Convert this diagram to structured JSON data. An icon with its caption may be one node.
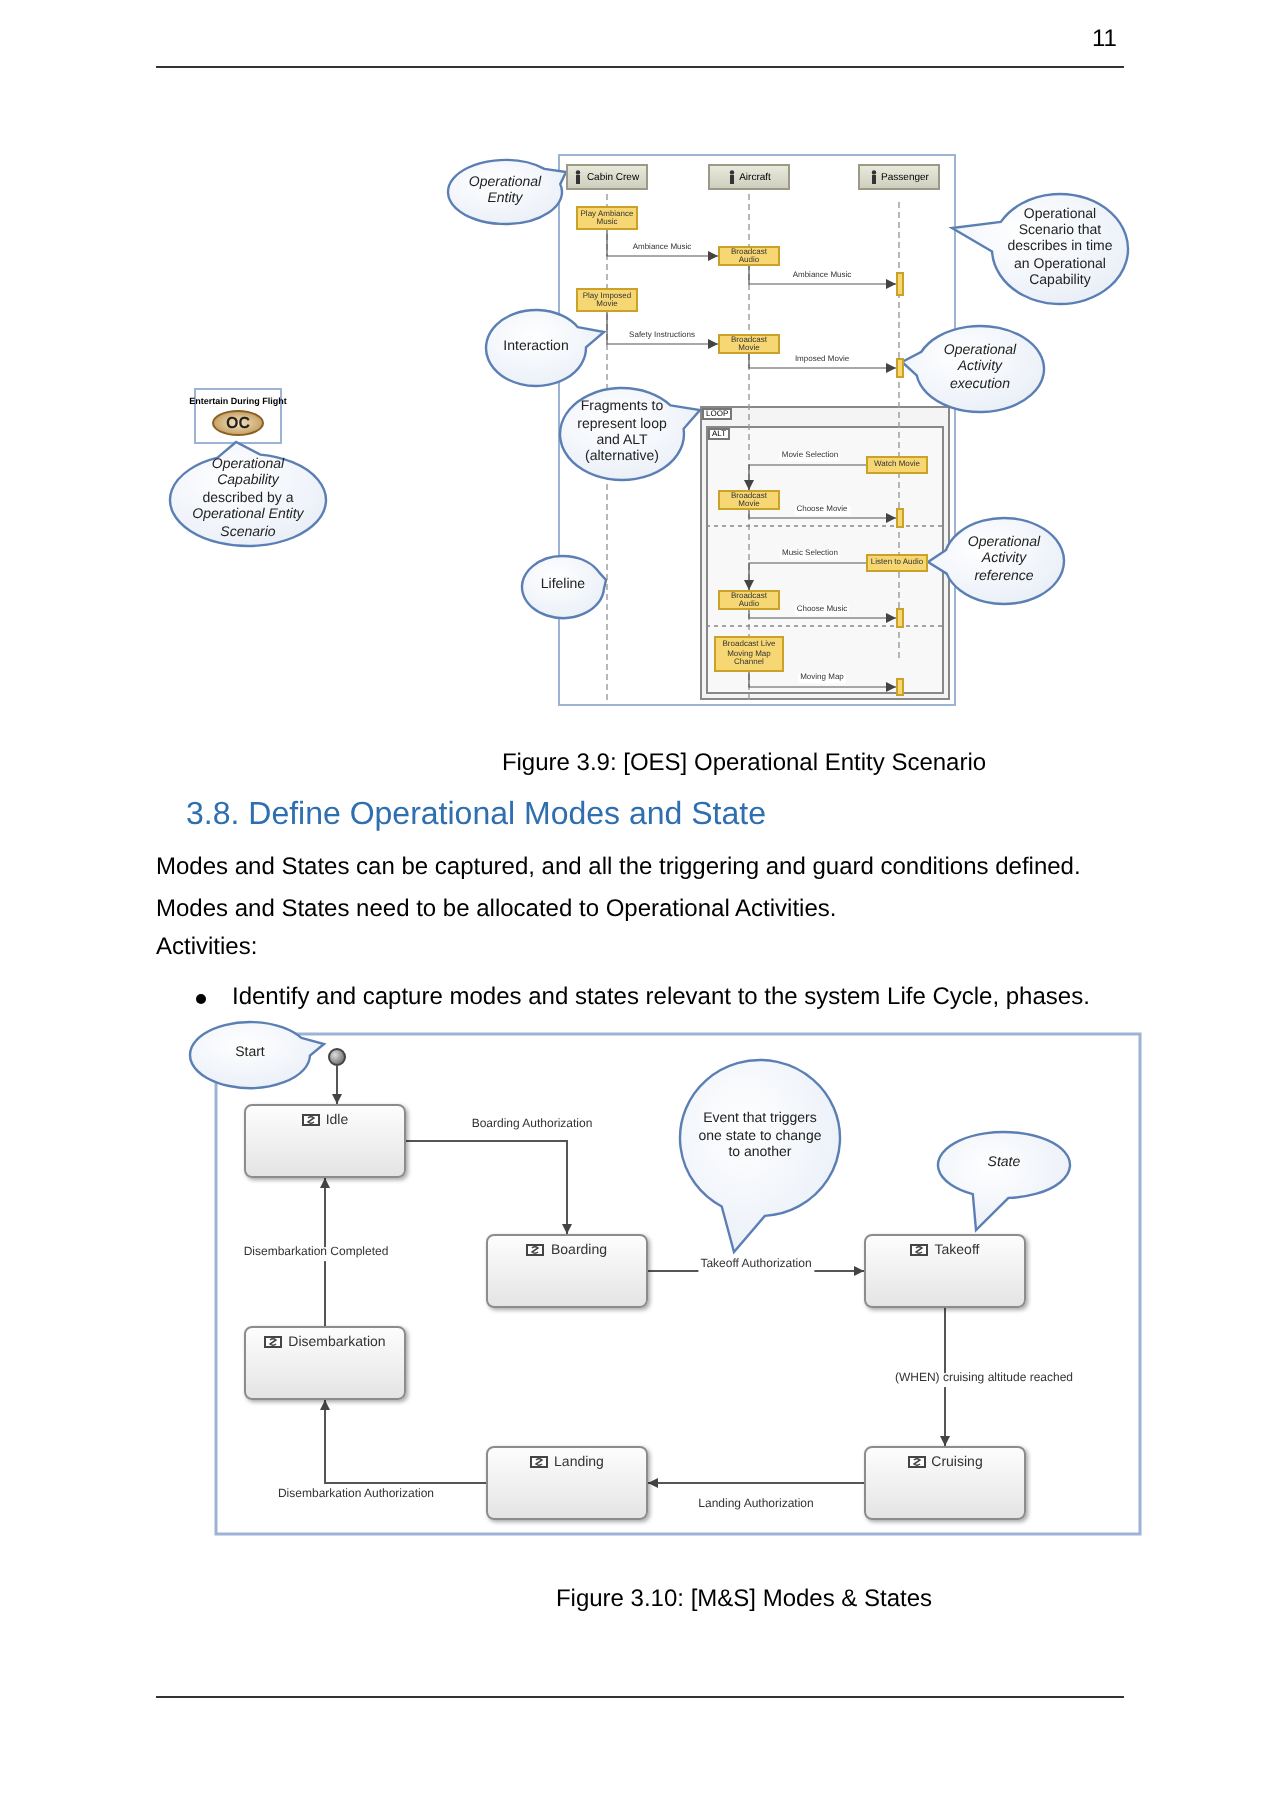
{
  "diagram": {
    "title": "3.8. Define Operational Modes and State",
    "nodes": [
      {
        "text": [
          "Operational Entity"
        ]
      },
      {
        "text": [
          "Operational Scenario that describes in time an Operational Capability"
        ]
      },
      {
        "text": [
          "Interaction"
        ]
      },
      {
        "text": [
          "Operational Activity execution"
        ]
      },
      {
        "text": [
          "Fragments to represent loop and ALT (alternative)"
        ]
      },
      {
        "text": [
          "Entertain During Flight",
          "OC"
        ]
      },
      {
        "text": [
          "*Operational Capability* described by a *Operational Entity Scenario*"
        ]
      },
      {
        "text": [
          "Operational Activity reference"
        ]
      },
      {
        "text": [
          "Lifeline"
        ]
      },
      {
        "text": [
          "Cabin Crew"
        ]
      },
      {
        "text": [
          "Aircraft"
        ]
      },
      {
        "text": [
          "Passenger"
        ]
      },
      {
        "text": [
          "Play Ambiance Music"
        ]
      },
      {
        "text": [
          "Broadcast Audio"
        ]
      },
      {
        "text": [
          "Play Imposed Movie"
        ]
      },
      {
        "text": [
          "Broadcast Movie"
        ]
      },
      {
        "text": [
          "Watch Movie"
        ]
      },
      {
        "text": [
          "Broadcast Movie"
        ]
      },
      {
        "text": [
          "Listen to Audio"
        ]
      },
      {
        "text": [
          "Broadcast Audio"
        ]
      },
      {
        "text": [
          "Broadcast Live Moving Map Channel"
        ]
      },
      {
        "text": [
          "Start"
        ]
      },
      {
        "text": [],
        "shape": "circle"
      },
      {
        "text": [
          "Idle"
        ]
      },
      {
        "text": [
          "Boarding"
        ]
      },
      {
        "text": [
          "Event that triggers one state to change to another"
        ]
      },
      {
        "text": [
          "State"
        ]
      },
      {
        "text": [
          "Takeoff"
        ]
      },
      {
        "text": [
          "Disembarkation"
        ]
      },
      {
        "text": [
          "Landing"
        ]
      },
      {
        "text": [
          "Cruising"
        ]
      },
      {
        "text": [],
        "shape": "bar"
      },
      {
        "text": [],
        "shape": "bar"
      },
      {
        "text": [],
        "shape": "bar"
      },
      {
        "text": [],
        "shape": "bar"
      },
      {
        "text": [],
        "shape": "bar"
      }
    ],
    "edges": [
      {
        "from": 12,
        "to": 13,
        "arrow": "to",
        "label": "Ambiance Music"
      },
      {
        "from": 13,
        "to": 31,
        "arrow": "to",
        "label": "Ambiance Music"
      },
      {
        "from": 14,
        "to": 15,
        "arrow": "to",
        "label": "Safety Instructions"
      },
      {
        "from": 15,
        "to": 32,
        "arrow": "to",
        "label": "Imposed Movie"
      },
      {
        "from": 16,
        "to": 17,
        "arrow": "to",
        "label": "Movie Selection"
      },
      {
        "from": 17,
        "to": 33,
        "arrow": "to",
        "label": "Choose Movie"
      },
      {
        "from": 18,
        "to": 19,
        "arrow": "to",
        "label": "Music Selection"
      },
      {
        "from": 19,
        "to": 34,
        "arrow": "to",
        "label": "Choose Music"
      },
      {
        "from": 20,
        "to": 35,
        "arrow": "to",
        "label": "Moving Map"
      },
      {
        "from": 22,
        "to": 23,
        "arrow": "to"
      },
      {
        "from": 23,
        "to": 24,
        "arrow": "to",
        "label": "Boarding Authorization"
      },
      {
        "from": 24,
        "to": 27,
        "arrow": "to",
        "label": "Takeoff Authorization"
      },
      {
        "from": 27,
        "to": 30,
        "arrow": "to",
        "label": "(WHEN) cruising altitude reached"
      },
      {
        "from": 30,
        "to": 29,
        "arrow": "to",
        "label": "Landing Authorization"
      },
      {
        "from": 29,
        "to": 28,
        "arrow": "to",
        "label": "Disembarkation Authorization"
      },
      {
        "from": 28,
        "to": 23,
        "arrow": "to",
        "label": "Disembarkation Completed"
      }
    ],
    "labels": [
      "11",
      "LOOP",
      "ALT",
      "Figure 3.9: [OES] Operational Entity Scenario",
      "Modes and States can be captured, and all the triggering and guard conditions defined. Modes and States need to be allocated to Operational Activities.",
      "Activities:",
      "Identify and capture modes and states relevant to the system Life Cycle, phases.",
      "Figure 3.10: [M&S] Modes & States"
    ]
  }
}
